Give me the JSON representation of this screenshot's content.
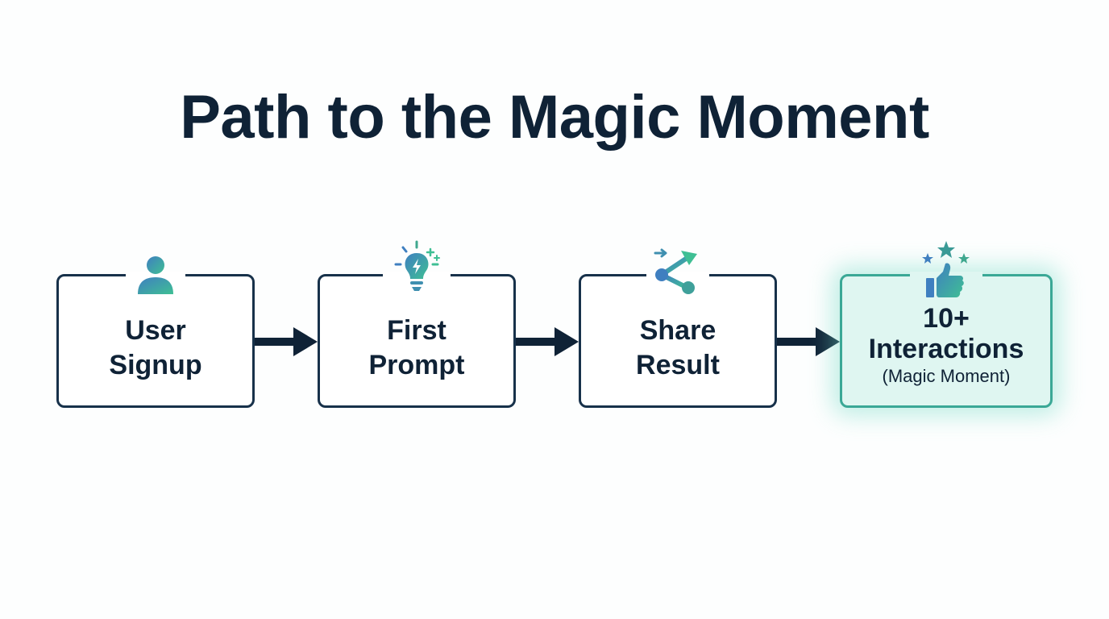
{
  "title": "Path to the Magic Moment",
  "colors": {
    "text": "#0f2236",
    "box_border": "#17314a",
    "arrow": "#0f2236",
    "magic_border": "#3aa896",
    "magic_fill": "#dff6f1",
    "icon_gradient_start": "#3f7fc0",
    "icon_gradient_end": "#3fbf94"
  },
  "steps": [
    {
      "icon": "user-icon",
      "label_line1": "User",
      "label_line2": "Signup"
    },
    {
      "icon": "lightbulb-icon",
      "label_line1": "First",
      "label_line2": "Prompt"
    },
    {
      "icon": "share-icon",
      "label_line1": "Share",
      "label_line2": "Result"
    },
    {
      "icon": "thumbs-up-stars-icon",
      "label_line1": "10+",
      "label_line2": "Interactions",
      "sublabel": "(Magic Moment)",
      "highlighted": true
    }
  ]
}
